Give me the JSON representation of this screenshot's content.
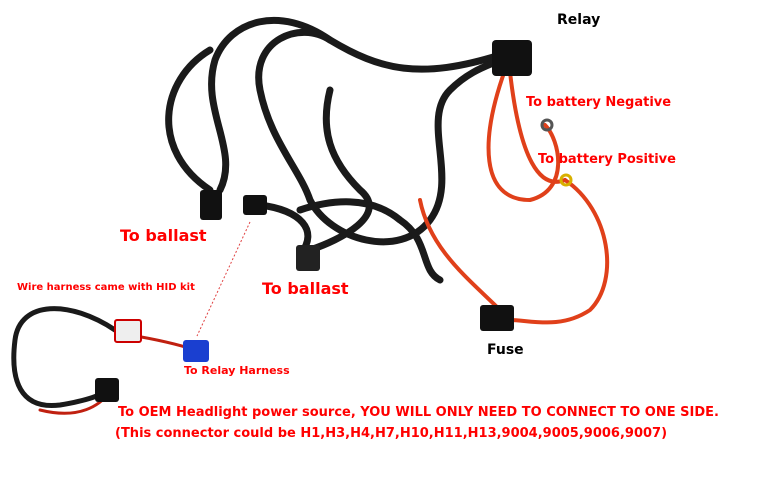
{
  "labels": {
    "relay": "Relay",
    "battery_negative": "To battery Negative",
    "battery_positive": "To battery Positive",
    "ballast_left": "To ballast",
    "ballast_center": "To ballast",
    "hid_harness": "Wire harness came with HID kit",
    "relay_harness": "To Relay Harness",
    "fuse": "Fuse",
    "oem_line1": "To OEM Headlight power source, YOU WILL ONLY NEED TO CONNECT TO ONE SIDE.",
    "oem_line2": "(This connector could be H1,H3,H4,H7,H10,H11,H13,9004,9005,9006,9007)"
  },
  "colors": {
    "label_red": "#ff0000",
    "wire_black": "#1a1a1a",
    "wire_red": "#e0401a",
    "connector_blue": "#1a3fd0"
  }
}
